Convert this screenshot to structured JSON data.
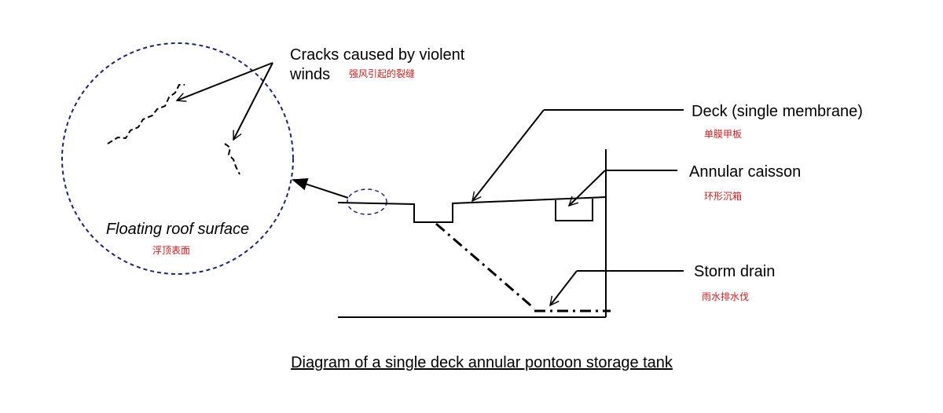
{
  "labels": {
    "cracks_en_line1": "Cracks caused by violent",
    "cracks_en_line2": "winds",
    "cracks_zh": "强风引起的裂缝",
    "deck_en": "Deck (single membrane)",
    "deck_zh": "单膜甲板",
    "caisson_en": "Annular caisson",
    "caisson_zh": "环形沉箱",
    "drain_en": "Storm drain",
    "drain_zh": "雨水排水伐",
    "roof_en": "Floating roof surface",
    "roof_zh": "浮顶表面"
  },
  "caption": "Diagram of a single deck annular pontoon storage tank",
  "colors": {
    "circle": "#1c2470",
    "chinese_text": "#c81e1e",
    "line": "#000000"
  }
}
